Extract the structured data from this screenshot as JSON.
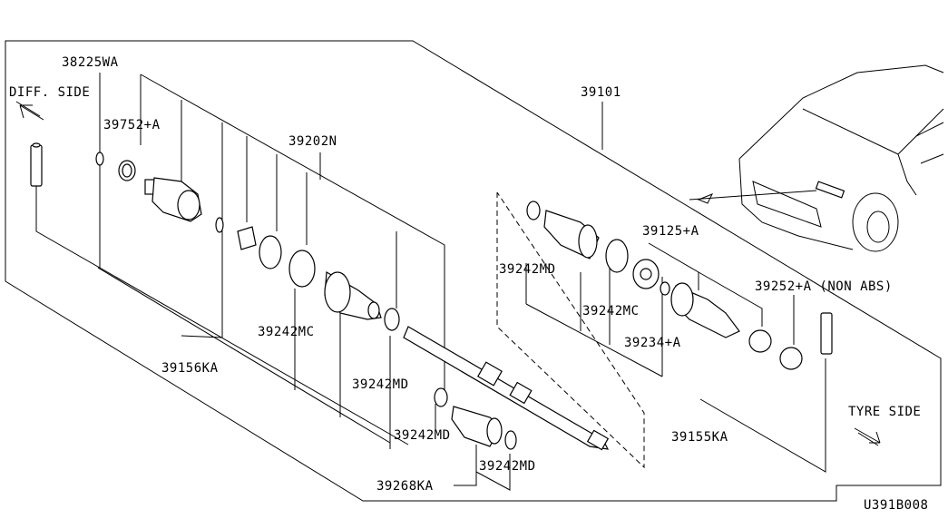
{
  "diagram_code": "U391B008",
  "labels": {
    "diff_side": "DIFF. SIDE",
    "tyre_side": "TYRE SIDE",
    "p38225WA": "38225WA",
    "p39752A": "39752+A",
    "p39202N": "39202N",
    "p39101": "39101",
    "p39125A": "39125+A",
    "p39242MD_a": "39242MD",
    "p39242MC_a": "39242MC",
    "p39252A": "39252+A (NON ABS)",
    "p39242MC_b": "39242MC",
    "p39234A": "39234+A",
    "p39156KA": "39156KA",
    "p39242MD_b": "39242MD",
    "p39242MD_c": "39242MD",
    "p39242MD_d": "39242MD",
    "p39155KA": "39155KA",
    "p39268KA": "39268KA"
  }
}
